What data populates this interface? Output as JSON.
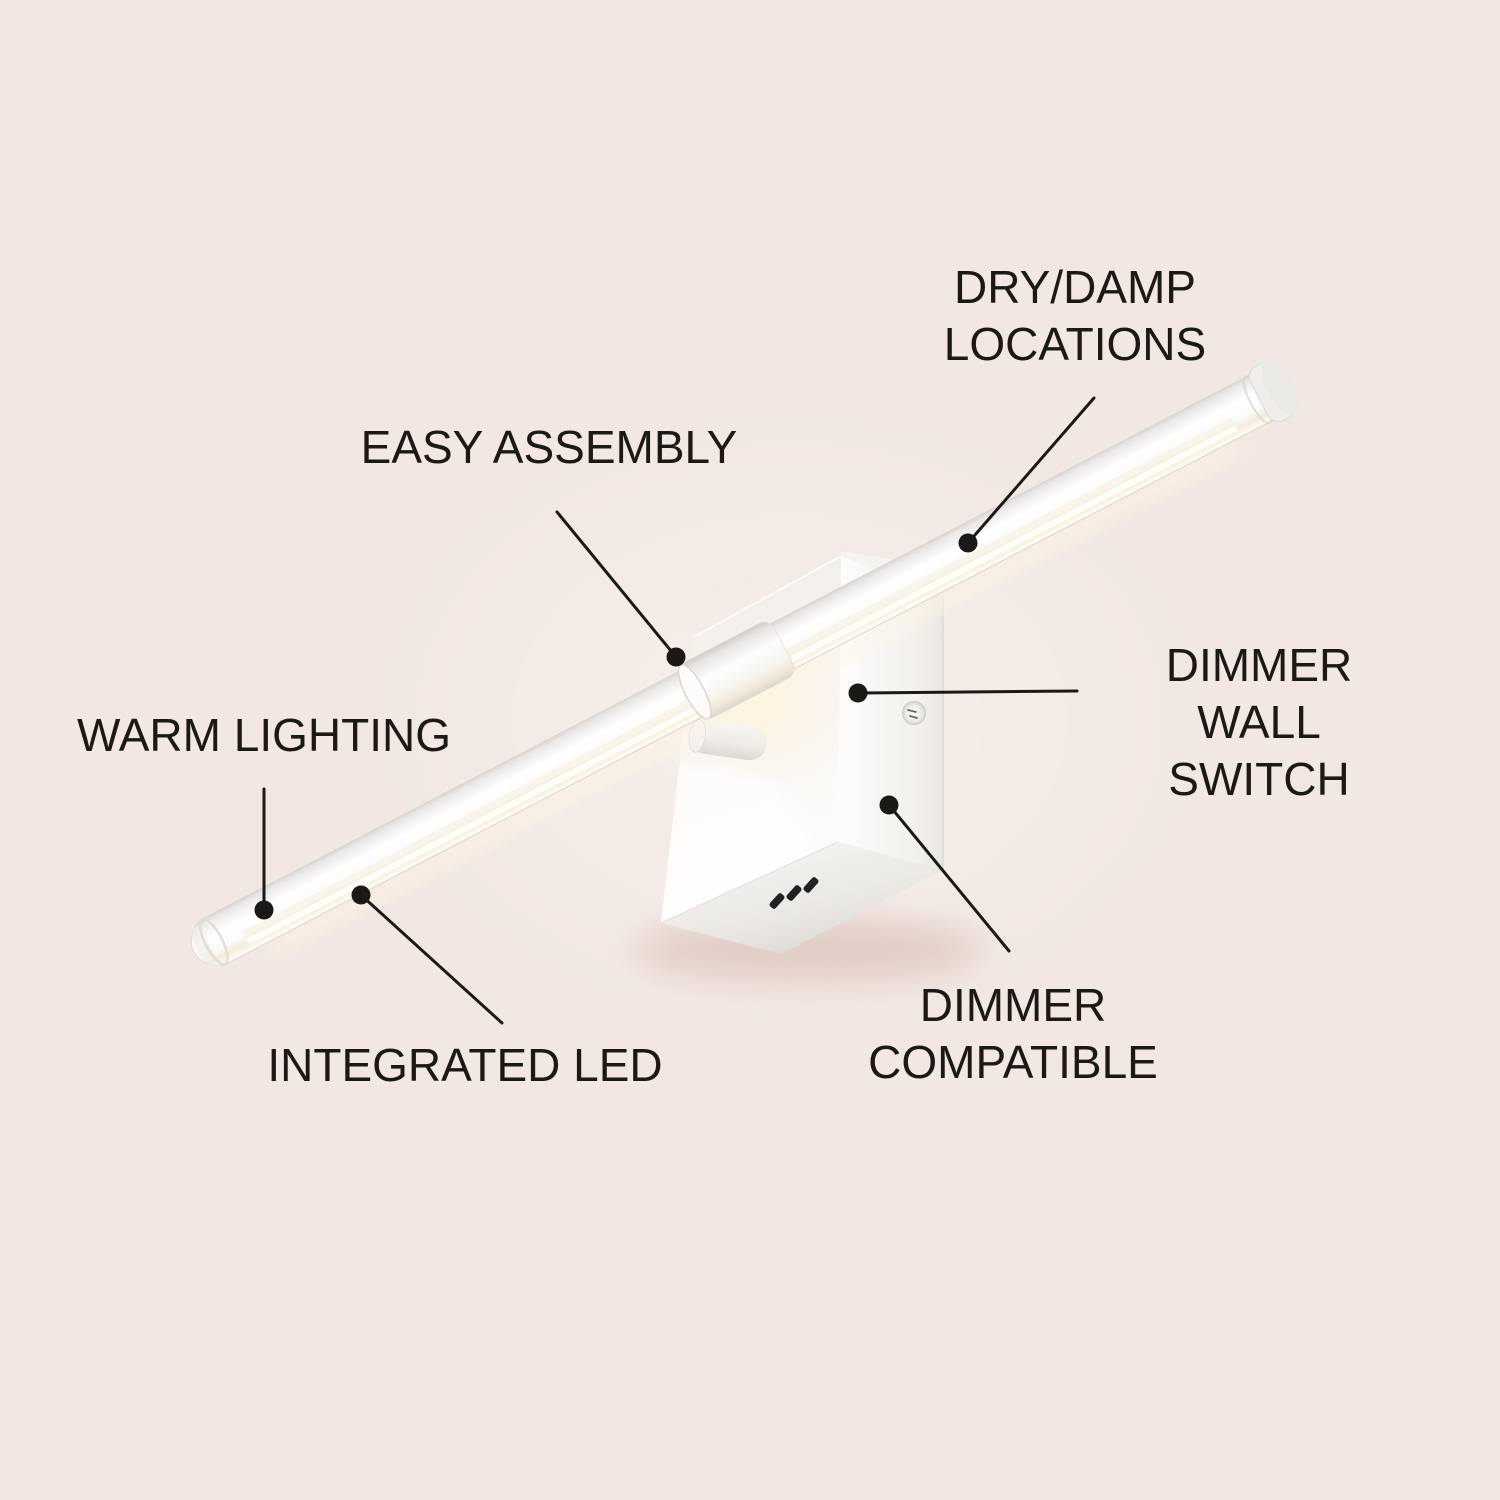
{
  "image": {
    "type": "product feature callout infographic",
    "background_color": "#f2e7e2",
    "text_color": "#1b1916",
    "callout_line_color": "#1b1916"
  },
  "product": {
    "kind": "wall-mounted linear LED picture light",
    "finish_color": "#ffffff",
    "parts": [
      "light-bar",
      "bar-sleeve",
      "pivot-stem",
      "mount-box",
      "vent-slots",
      "screw",
      "end-cap"
    ]
  },
  "callouts": [
    {
      "id": "dry-damp-locations",
      "text": "DRY/DAMP\nLOCATIONS"
    },
    {
      "id": "easy-assembly",
      "text": "EASY ASSEMBLY"
    },
    {
      "id": "dimmer-wall-switch",
      "text": "DIMMER WALL\nSWITCH"
    },
    {
      "id": "warm-lighting",
      "text": "WARM LIGHTING"
    },
    {
      "id": "integrated-led",
      "text": "INTEGRATED LED"
    },
    {
      "id": "dimmer-compatible",
      "text": "DIMMER\nCOMPATIBLE"
    }
  ]
}
